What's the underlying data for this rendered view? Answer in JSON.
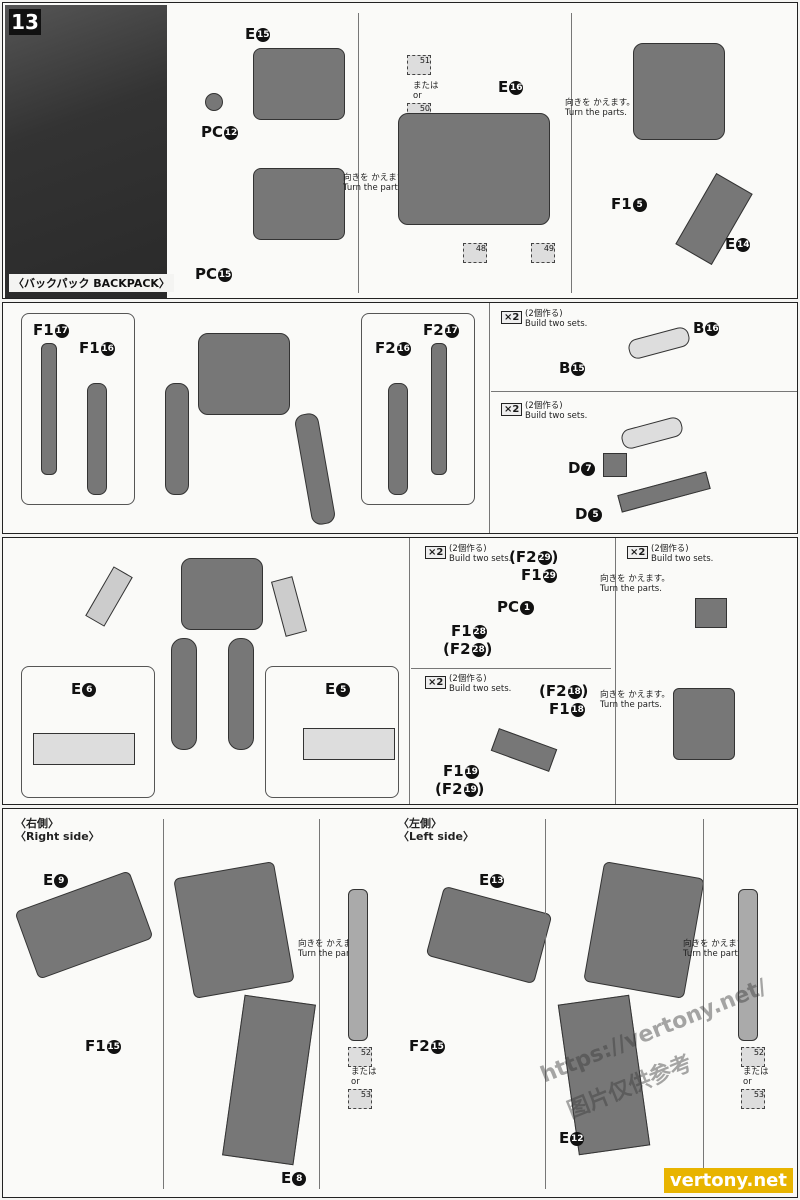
{
  "step": "13",
  "photo_caption": "〈バックパック BACKPACK〉",
  "turn_jp": "向きを かえます。",
  "turn_en": "Turn the parts.",
  "or_jp": "または",
  "or_en": "or",
  "build_jp": "(2個作る)",
  "build_en": "Build two sets.",
  "x2": "×2",
  "row1": {
    "e15": "E",
    "pc12": "PC",
    "pc15": "PC",
    "e16": "E",
    "f15": "F1",
    "e14": "E",
    "ref51": "51",
    "ref50": "50",
    "ref48": "48",
    "ref49": "49"
  },
  "row2": {
    "f17": "F1",
    "f16": "F1",
    "f2_16": "F2",
    "f2_17": "F2",
    "b16": "B",
    "b15": "B",
    "d7": "D",
    "d5": "D"
  },
  "row3": {
    "e6": "E",
    "e5": "E",
    "f2_29": "(F2",
    "f1_29": "F1",
    "pc1": "PC",
    "f1_28": "F1",
    "f2_28": "(F2",
    "f2_18": "(F2",
    "f1_18": "F1",
    "f1_19": "F1",
    "f2_19": "(F2"
  },
  "row4": {
    "right_jp": "〈右側〉",
    "right_en": "〈Right side〉",
    "left_jp": "〈左側〉",
    "left_en": "〈Left side〉",
    "e9": "E",
    "f1_15": "F1",
    "e8": "E",
    "e13": "E",
    "f2_15": "F2",
    "e12": "E",
    "ref52": "52",
    "ref53": "53"
  },
  "watermark1": "https://vertony.net/",
  "watermark2": "图片仅供参考",
  "logo": "vertony.net"
}
